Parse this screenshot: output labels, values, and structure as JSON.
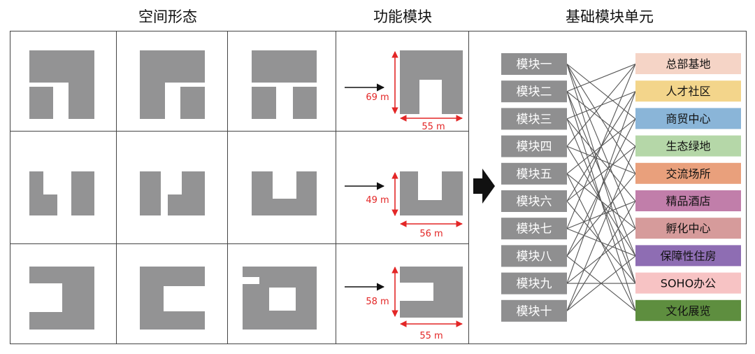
{
  "headers": {
    "spatial_form": "空间形态",
    "function_module": "功能模块",
    "basic_unit": "基础模块单元"
  },
  "dimensions": [
    {
      "height": "69 m",
      "width": "55 m"
    },
    {
      "height": "49 m",
      "width": "56 m"
    },
    {
      "height": "58 m",
      "width": "55 m"
    }
  ],
  "modules": [
    "模块一",
    "模块二",
    "模块三",
    "模块四",
    "模块五",
    "模块六",
    "模块七",
    "模块八",
    "模块九",
    "模块十"
  ],
  "functions": [
    {
      "label": "总部基地",
      "color": "#f5d4c6"
    },
    {
      "label": "人才社区",
      "color": "#f3d58b"
    },
    {
      "label": "商贸中心",
      "color": "#8ab5d8"
    },
    {
      "label": "生态绿地",
      "color": "#b5d7a8"
    },
    {
      "label": "交流场所",
      "color": "#e9a07c"
    },
    {
      "label": "精品酒店",
      "color": "#c17eaa"
    },
    {
      "label": "孵化中心",
      "color": "#d69b9b"
    },
    {
      "label": "保障性住房",
      "color": "#8e6db3"
    },
    {
      "label": "SOHO办公",
      "color": "#f7c3c4"
    },
    {
      "label": "文化展览",
      "color": "#5e8e3f"
    }
  ],
  "connections": [
    [
      0,
      2
    ],
    [
      0,
      4
    ],
    [
      0,
      6
    ],
    [
      0,
      8
    ],
    [
      1,
      0
    ],
    [
      1,
      3
    ],
    [
      1,
      7
    ],
    [
      1,
      9
    ],
    [
      2,
      1
    ],
    [
      2,
      5
    ],
    [
      2,
      8
    ],
    [
      3,
      0
    ],
    [
      3,
      4
    ],
    [
      3,
      7
    ],
    [
      4,
      2
    ],
    [
      4,
      6
    ],
    [
      4,
      9
    ],
    [
      5,
      1
    ],
    [
      5,
      3
    ],
    [
      5,
      8
    ],
    [
      6,
      0
    ],
    [
      6,
      5
    ],
    [
      6,
      7
    ],
    [
      7,
      2
    ],
    [
      7,
      4
    ],
    [
      7,
      9
    ],
    [
      8,
      1
    ],
    [
      8,
      6
    ],
    [
      8,
      8
    ],
    [
      9,
      3
    ],
    [
      9,
      5
    ],
    [
      9,
      7
    ]
  ],
  "colors": {
    "block": "#939394",
    "module_box": "#8f8f90",
    "dimension": "#e32626",
    "line": "#555555"
  }
}
